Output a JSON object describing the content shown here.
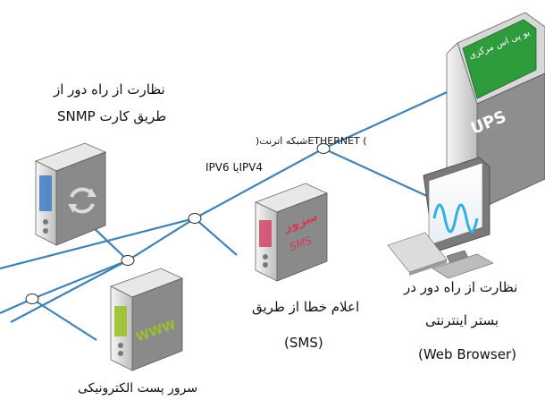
{
  "colors": {
    "line": "#3f83b5",
    "node_fill": "#ffffff",
    "node_stroke": "#2a2a2a",
    "device_light": "#eeeeee",
    "device_mid": "#c8c8c8",
    "device_dark": "#8a8a8a",
    "ups_panel": "#2e9b3d",
    "sms_accent": "#d23b5e",
    "www_accent": "#9ac12d",
    "snmp_accent": "#3e7cc4",
    "monitor_wave": "#2eb0e6"
  },
  "labels": {
    "snmp_line1": "نظارت از راه دور از",
    "snmp_line2": "طریق کارت SNMP",
    "ethernet_line1": ") ETHERNETشبکه اترنت(",
    "ethernet_line2": "IPV6 یاIPV4",
    "sms_line1": "اعلام خطا از طریق",
    "sms_line2": "(SMS)",
    "web_line1": "نظارت از راه دور در",
    "web_line2": "بستر اینترنتی",
    "web_line3": "(Web Browser)",
    "mail_line1": "سرور پست الکترونیکی"
  },
  "devices": {
    "ups_brand": "UPS",
    "ups_panel_text": "یو پی اس مرکزی",
    "sms_server_text1": "سرور",
    "sms_server_text2": "SMS",
    "www_text": "WWW"
  },
  "icons": [
    "ups-tower-icon",
    "snmp-server-icon",
    "sms-server-icon",
    "mail-server-icon",
    "monitor-icon",
    "keyboard-icon",
    "sync-icon"
  ]
}
